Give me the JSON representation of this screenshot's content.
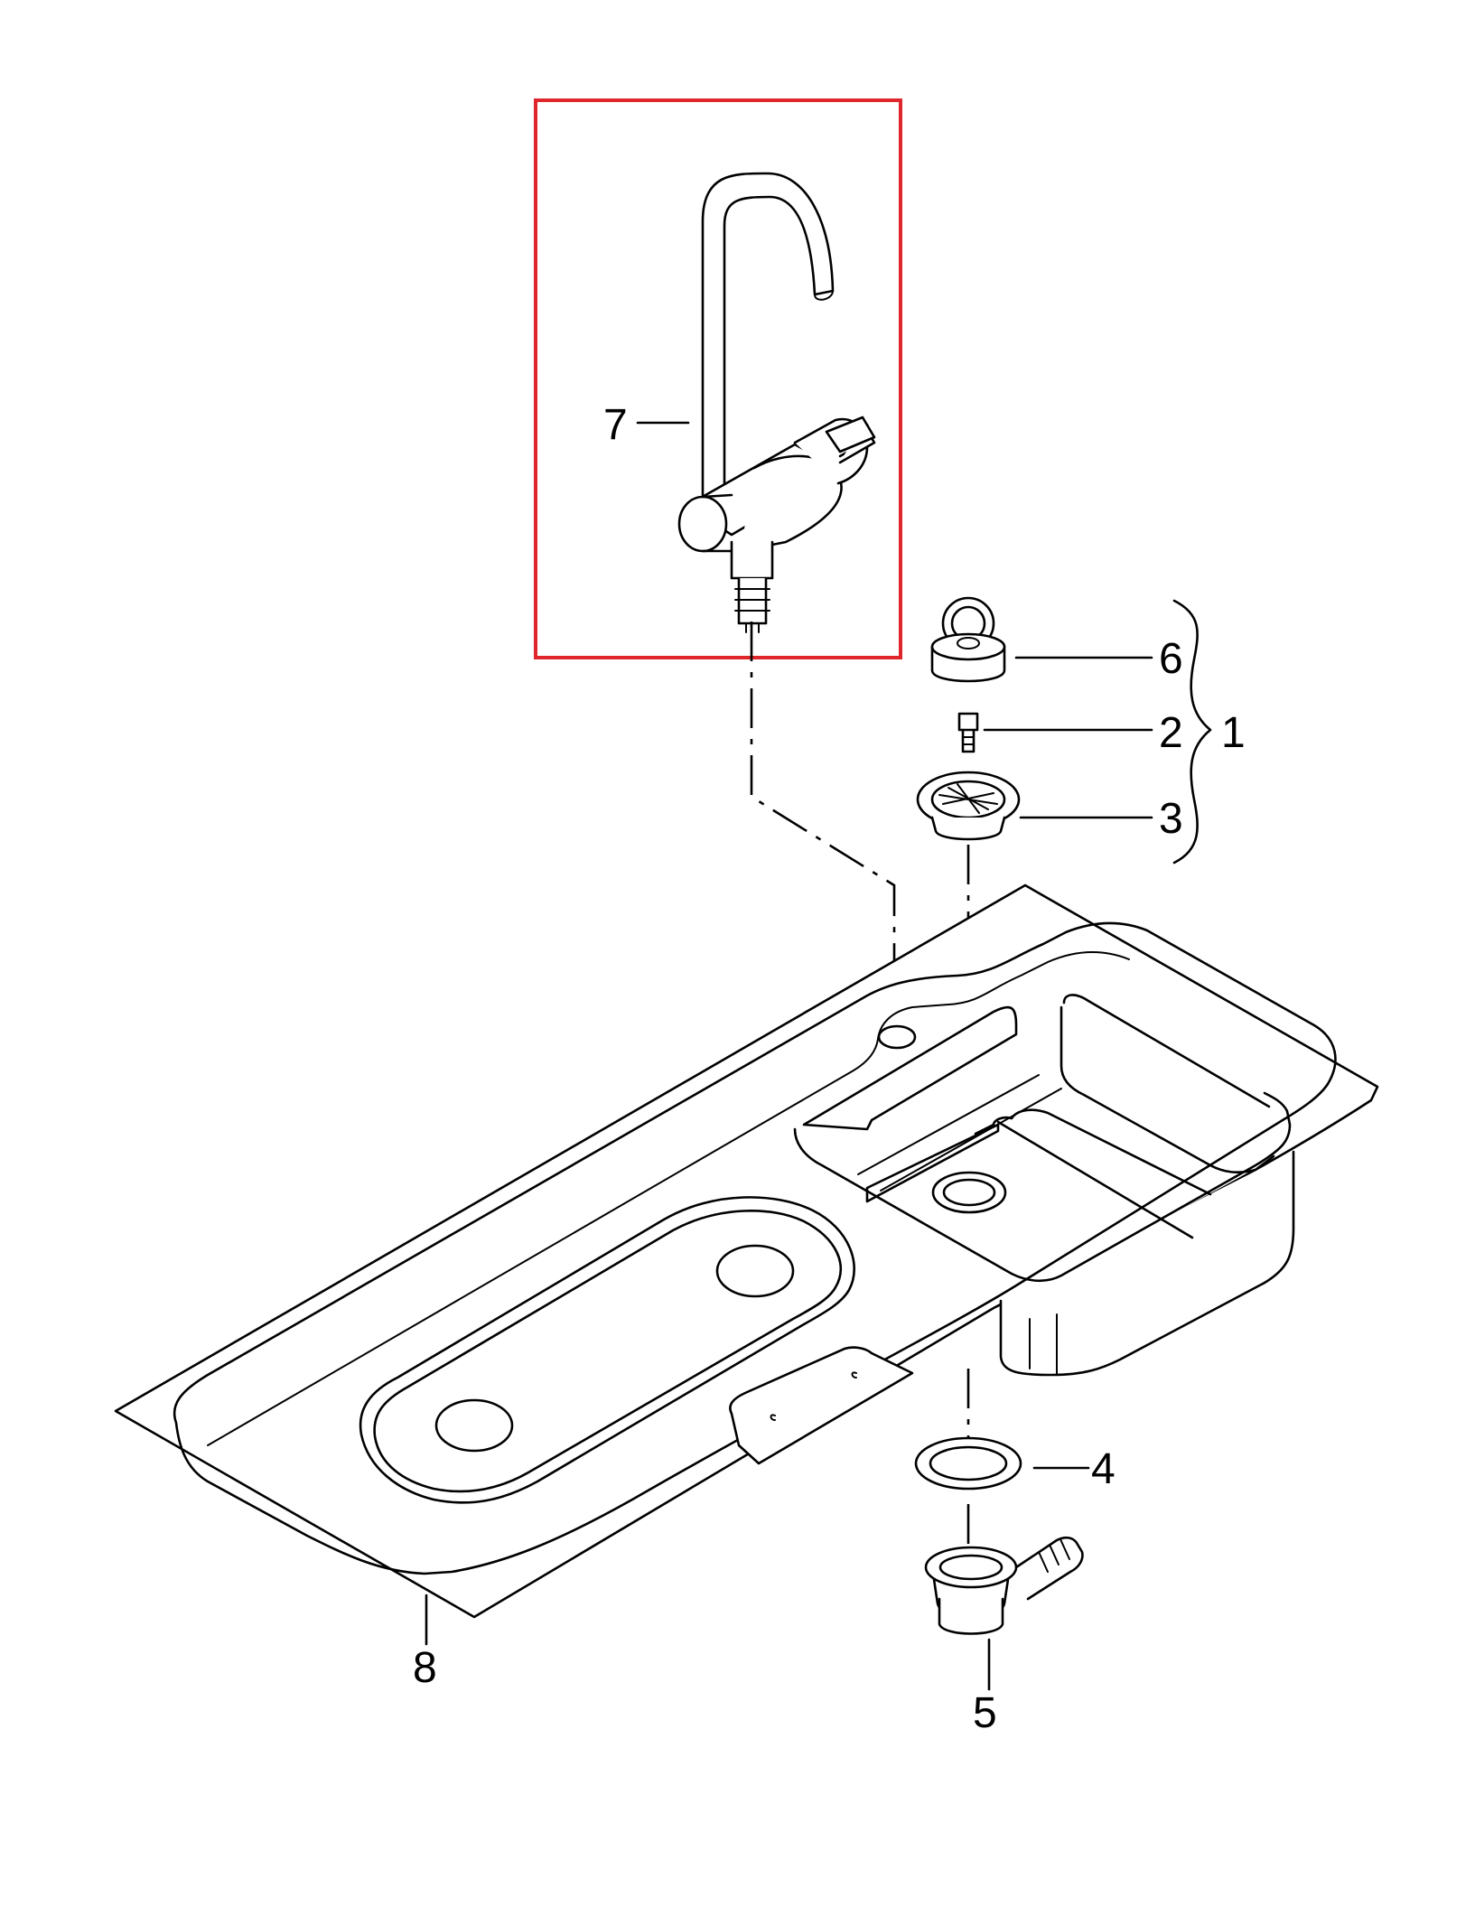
{
  "highlight_color": "#e0262d",
  "callouts": {
    "c1": "1",
    "c2": "2",
    "c3": "3",
    "c4": "4",
    "c5": "5",
    "c6": "6",
    "c7": "7",
    "c8": "8"
  }
}
